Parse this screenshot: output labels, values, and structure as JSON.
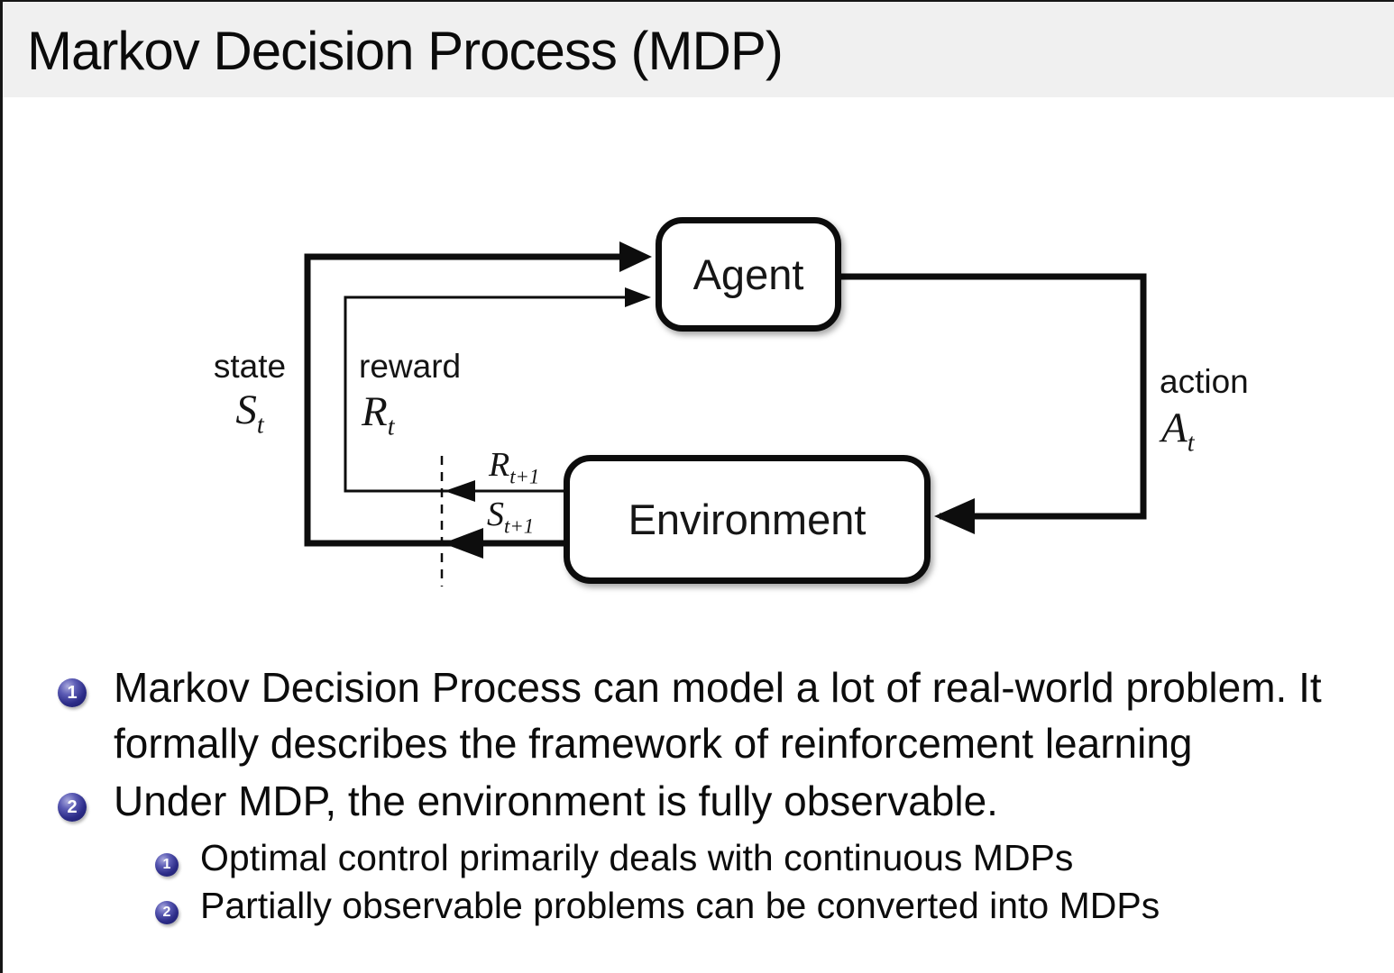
{
  "title": "Markov Decision Process (MDP)",
  "diagram": {
    "agent_label": "Agent",
    "environment_label": "Environment",
    "state_label": "state",
    "state_symbol_base": "S",
    "state_symbol_sub": "t",
    "reward_label": "reward",
    "reward_symbol_base": "R",
    "reward_symbol_sub": "t",
    "action_label": "action",
    "action_symbol_base": "A",
    "action_symbol_sub": "t",
    "next_reward_base": "R",
    "next_reward_sub": "t+1",
    "next_state_base": "S",
    "next_state_sub": "t+1"
  },
  "bullets": [
    {
      "number": "1",
      "text": "Markov Decision Process can model a lot of real-world problem. It formally describes the framework of reinforcement learning"
    },
    {
      "number": "2",
      "text": "Under MDP, the environment is fully observable.",
      "sub": [
        {
          "number": "1",
          "text": "Optimal control primarily deals with continuous MDPs"
        },
        {
          "number": "2",
          "text": "Partially observable problems can be converted into MDPs"
        }
      ]
    }
  ],
  "colors": {
    "title_background": "#f0f0f0",
    "text": "#0c0c0c",
    "bullet_ball": "#2c2c88",
    "diagram_stroke": "#0d0d0d"
  }
}
